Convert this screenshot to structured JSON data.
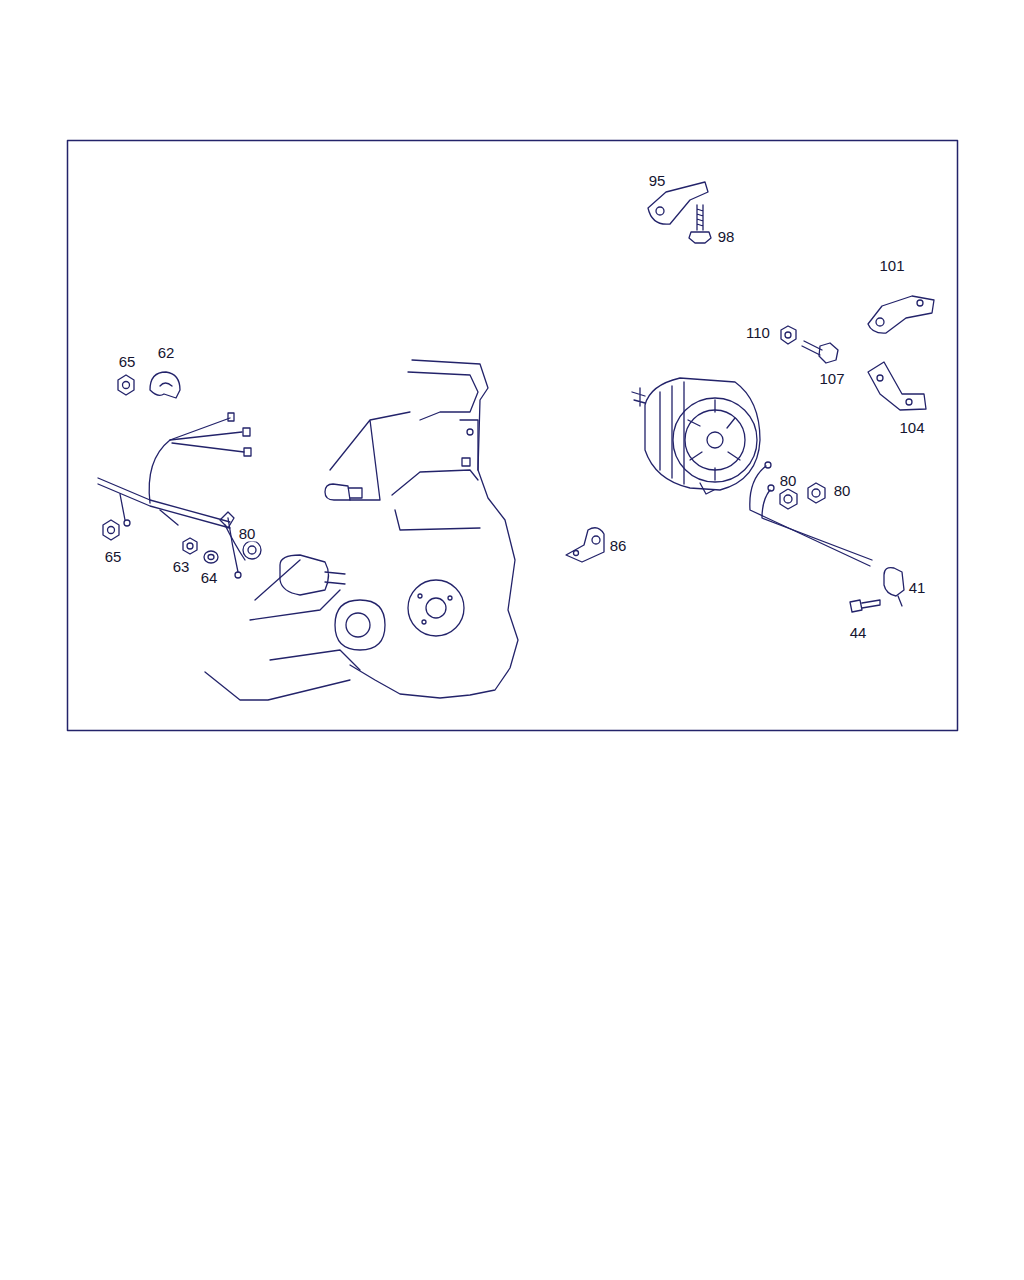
{
  "diagram": {
    "labels": [
      "95",
      "98",
      "101",
      "110",
      "107",
      "65",
      "62",
      "104",
      "80",
      "80",
      "80",
      "86",
      "65",
      "63",
      "64",
      "41",
      "44"
    ]
  }
}
